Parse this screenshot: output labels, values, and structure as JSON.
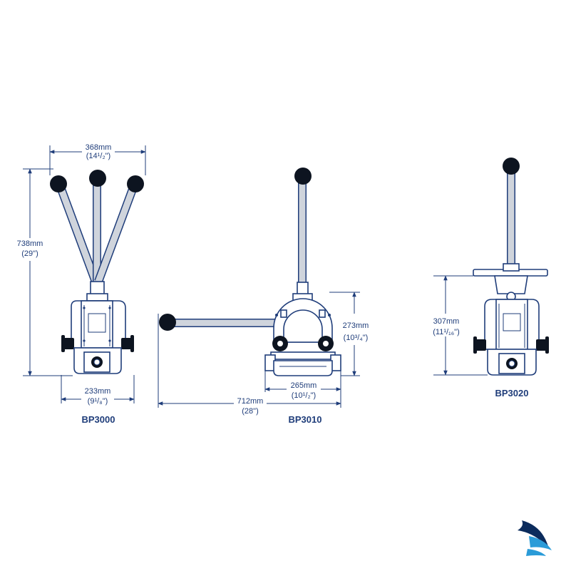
{
  "colors": {
    "ink": "#1f3d7a",
    "knob": "#0d1420",
    "handle": "#cfd4dc",
    "logo_dark": "#0b2b5c",
    "logo_light": "#2a9bd8"
  },
  "pumps": [
    {
      "model": "BP3000",
      "width_mm": "368mm",
      "width_in": "(14¹/₂\")",
      "height_mm": "738mm",
      "height_in": "(29\")",
      "base_mm": "233mm",
      "base_in": "(9¹/₈\")"
    },
    {
      "model": "BP3010",
      "height_mm": "273mm",
      "height_in": "(10³/₄\")",
      "base_mm": "265mm",
      "base_in": "(10¹/₂\")",
      "length_mm": "712mm",
      "length_in": "(28\")"
    },
    {
      "model": "BP3020",
      "height_mm": "307mm",
      "height_in": "(11¹/₁₆\")"
    }
  ],
  "logo": {
    "icon": "brand-swoosh-icon"
  }
}
